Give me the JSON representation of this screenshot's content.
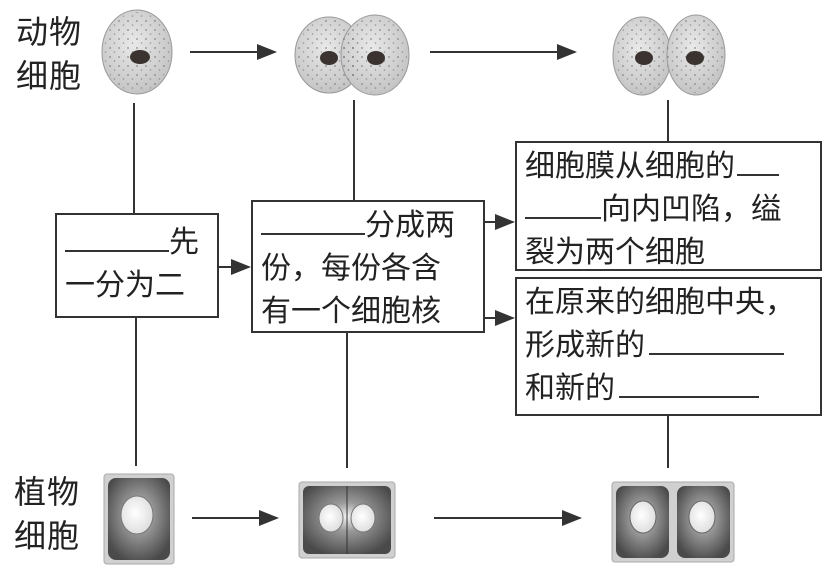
{
  "rows": {
    "animal_label": [
      "动物",
      "细胞"
    ],
    "plant_label": [
      "植物",
      "细胞"
    ]
  },
  "boxes": {
    "step1": {
      "line1_suffix": "先",
      "line2": "一分为二"
    },
    "step2": {
      "line1_suffix": "分成两",
      "line2": "份，每份各含",
      "line3": "有一个细胞核"
    },
    "animal_step3": {
      "line1": "细胞膜从细胞的",
      "line2_suffix": "向内凹陷，缢",
      "line3": "裂为两个细胞"
    },
    "plant_step3": {
      "line1": "在原来的细胞中央，",
      "line2": "形成新的",
      "line3": "和新的"
    }
  },
  "colors": {
    "line": "#333333",
    "cell_fill": "#d4d4d4",
    "nucleus": "#3a3330",
    "plant_wall": "#c8c8c8",
    "plant_cytoplasm": "#5a5a5a"
  }
}
